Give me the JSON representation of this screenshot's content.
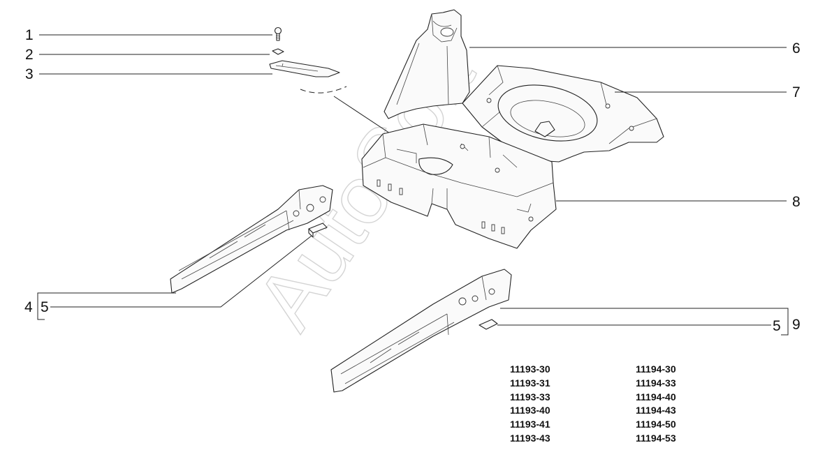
{
  "callouts": {
    "c1": "1",
    "c2": "2",
    "c3": "3",
    "c4": "4",
    "c5_left": "5",
    "c6": "6",
    "c7": "7",
    "c8": "8",
    "c5_right": "5",
    "c9": "9"
  },
  "watermark": "AutoSoft",
  "model_codes": {
    "left": [
      "11193-30",
      "11193-31",
      "11193-33",
      "11193-40",
      "11193-41",
      "11193-43"
    ],
    "right": [
      "11194-30",
      "11194-33",
      "11194-40",
      "11194-43",
      "11194-50",
      "11194-53"
    ]
  }
}
